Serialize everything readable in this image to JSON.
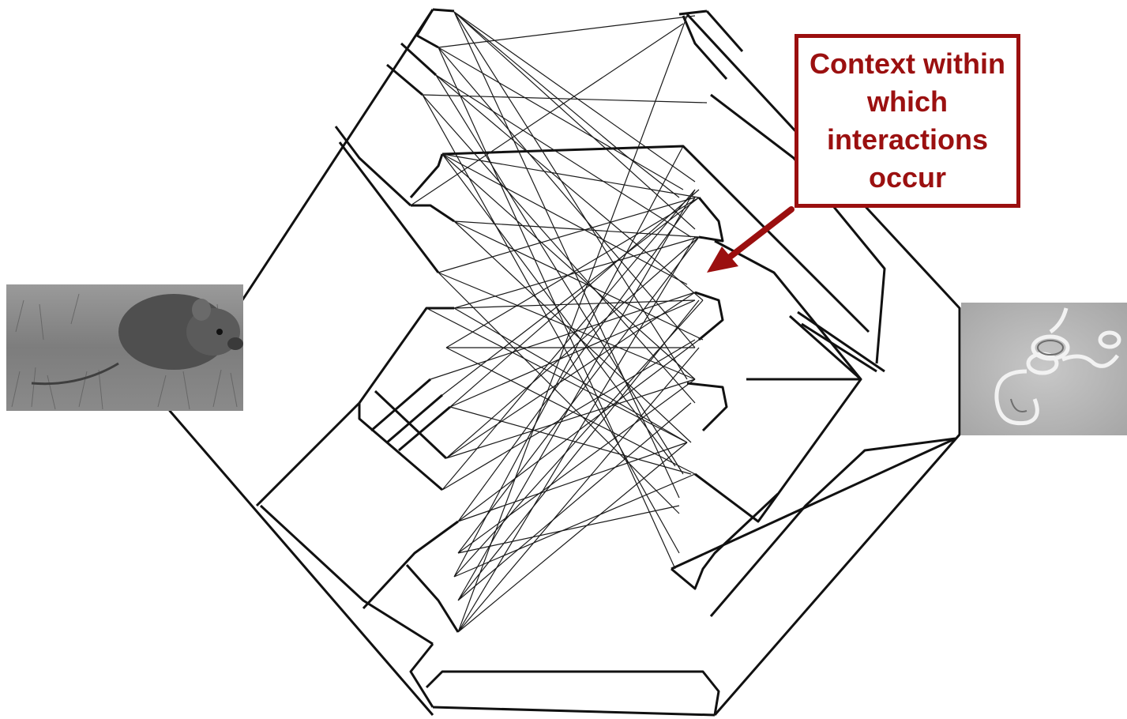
{
  "callout": {
    "text": "Context within which interactions occur",
    "color": "#9b1010"
  },
  "images": [
    {
      "name": "mouse-photo",
      "description_kind": "grayscale photograph of a rodent on grass"
    },
    {
      "name": "parasite-micrograph",
      "description_kind": "grayscale electron micrograph of a coiled worm"
    }
  ],
  "colors": {
    "lines": "#111111",
    "accent": "#9b0f0f"
  }
}
